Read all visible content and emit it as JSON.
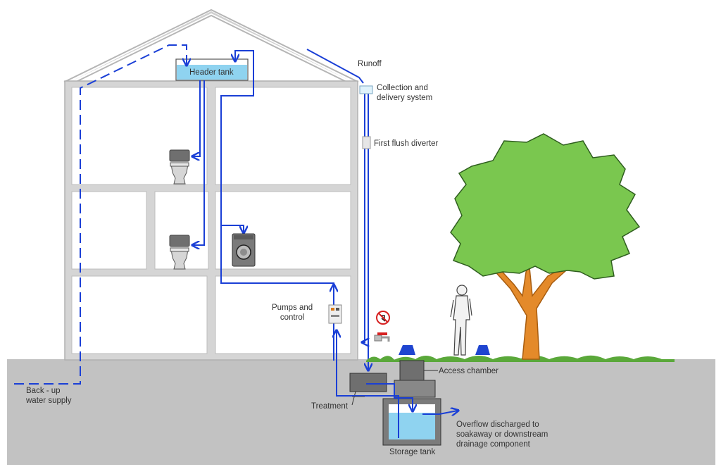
{
  "labels": {
    "header_tank": "Header tank",
    "runoff": "Runoff",
    "collection_line1": "Collection and",
    "collection_line2": "delivery system",
    "first_flush": "First flush diverter",
    "pumps_line1": "Pumps and",
    "pumps_line2": "control",
    "access_chamber": "Access chamber",
    "backup_line1": "Back - up",
    "backup_line2": "water supply",
    "treatment": "Treatment",
    "overflow_line1": "Overflow discharged to",
    "overflow_line2": "soakaway or downstream",
    "overflow_line3": "drainage component",
    "storage_tank": "Storage tank"
  },
  "colors": {
    "pipe_blue": "#1a3fd6",
    "water_light": "#8fd3f0",
    "ground": "#c2c2c2",
    "building_outline": "#b9b9b9",
    "tree_foliage": "#7ac74f",
    "tree_trunk": "#e48a2a",
    "grass": "#5aa83a",
    "chamber": "#777777"
  },
  "icons": [
    "toilet-icon",
    "washing-machine-icon",
    "no-drinking-water-icon",
    "tap-icon",
    "pump-control-icon",
    "person-icon",
    "tree-icon"
  ]
}
